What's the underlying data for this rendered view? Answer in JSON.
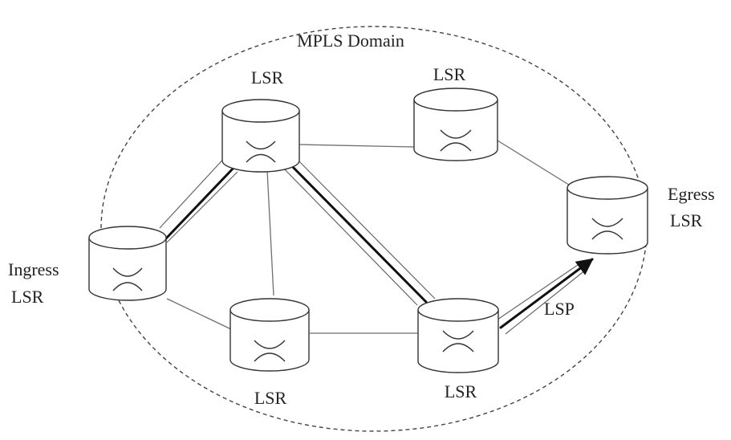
{
  "diagram": {
    "domain_label": "MPLS Domain",
    "nodes": {
      "ingress": {
        "line1": "Ingress",
        "line2": "LSR"
      },
      "top_left": {
        "label": "LSR"
      },
      "top_right": {
        "label": "LSR"
      },
      "egress": {
        "line1": "Egress",
        "line2": "LSR"
      },
      "bottom_left": {
        "label": "LSR"
      },
      "bottom_right": {
        "label": "LSR"
      }
    },
    "path_label": "LSP"
  }
}
